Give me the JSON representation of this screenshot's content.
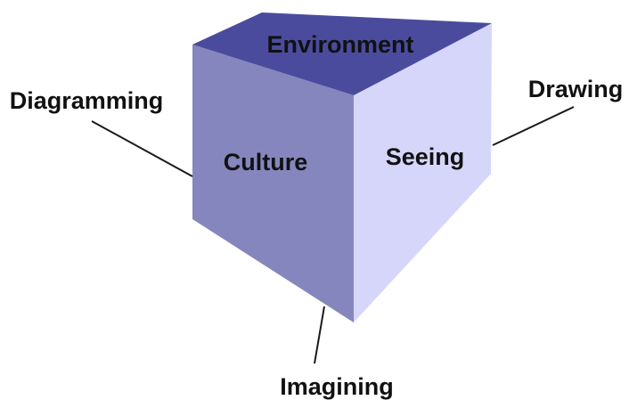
{
  "diagram": {
    "faces": {
      "top": {
        "label": "Environment",
        "color": "#4b4b9e"
      },
      "left": {
        "label": "Culture",
        "color": "#8686bf"
      },
      "right": {
        "label": "Seeing",
        "color": "#d6d6fb"
      }
    },
    "outer_labels": {
      "upper_left": "Diagramming",
      "upper_right": "Drawing",
      "bottom": "Imagining"
    },
    "line_color": "#1a1a1a"
  }
}
